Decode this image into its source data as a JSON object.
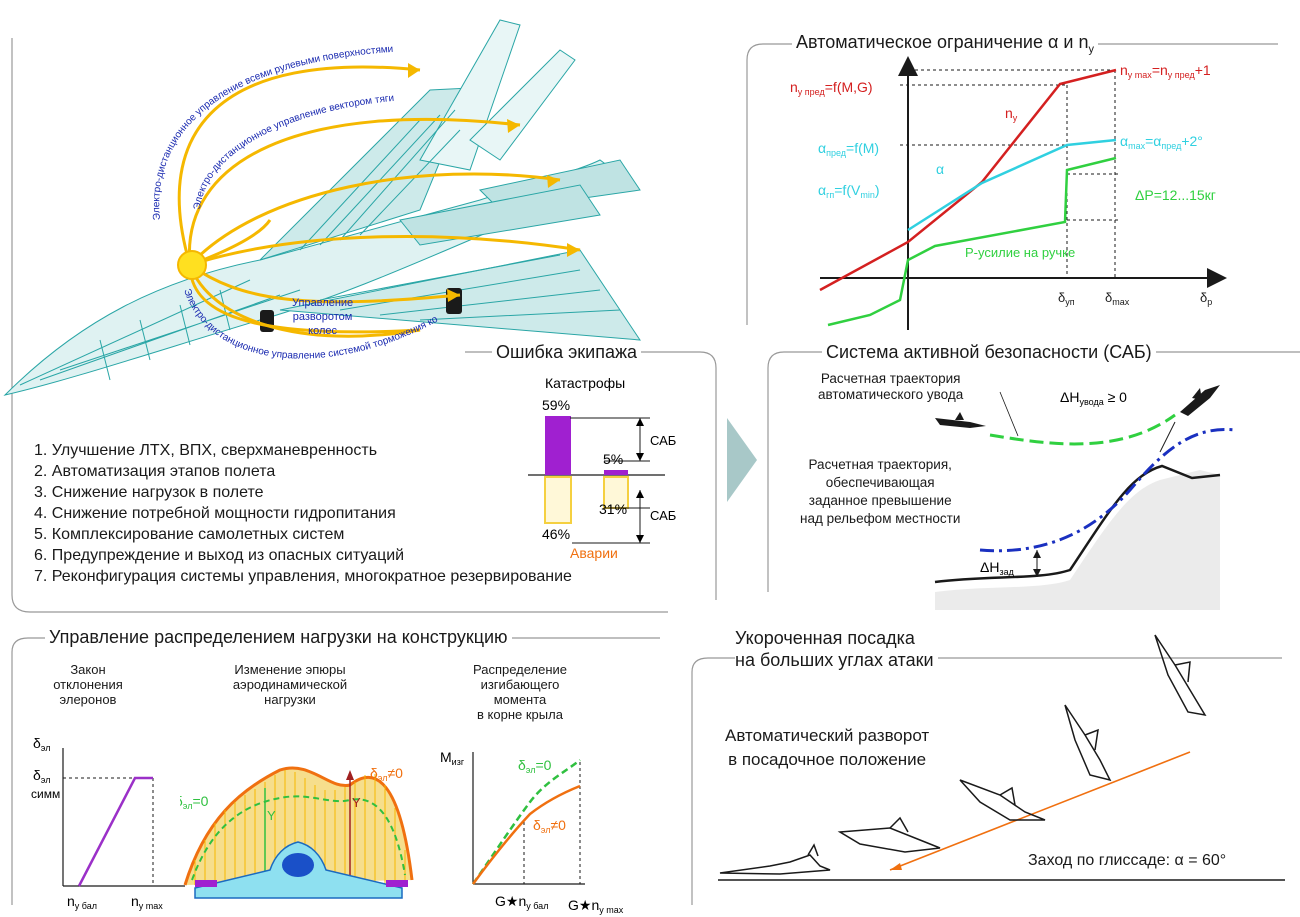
{
  "aircraft": {
    "arc_labels": [
      "Электро-дистанционное управление всеми рулевыми поверхностями",
      "Электро-дистанционное управление вектором тяги",
      "Электро-дистанционное управление системой торможения колес"
    ],
    "wheel_steering": [
      "Управление",
      "разворотом",
      "колес"
    ]
  },
  "features": [
    "1. Улучшение ЛТХ, ВПХ, сверхманевренность",
    "2. Автоматизация этапов полета",
    "3. Снижение нагрузок в полете",
    "4. Снижение потребной мощности гидропитания",
    "5. Комплексирование самолетных систем",
    "6. Предупреждение и выход из опасных ситуаций",
    "7. Реконфигурация системы управления, многократное резервирование"
  ],
  "crew_error": {
    "title": "Ошибка экипажа",
    "top_label": "Катастрофы",
    "bottom_label": "Аварии",
    "sab": "САБ",
    "colors": {
      "catastrophe": "#a020d0",
      "accident": "#f5d040",
      "accident_label": "#f07010"
    },
    "chart_data": {
      "type": "bar",
      "series": [
        {
          "name": "Катастрофы",
          "values": [
            59,
            5
          ]
        },
        {
          "name": "Аварии",
          "values": [
            46,
            31
          ]
        }
      ],
      "value_labels": [
        "59%",
        "5%",
        "46%",
        "31%"
      ]
    }
  },
  "auto_limit": {
    "title": "Автоматическое ограничение α и n",
    "title_sub": "y",
    "ny_pred": "n",
    "ny_pred_sub": "y пред",
    "ny_pred_rest": "=f(M,G)",
    "ny_max": "n",
    "ny_max_sub": "y max",
    "ny_max_rest": "=n",
    "ny_max_sub2": "y пред",
    "ny_max_rest2": "+1",
    "ny_curve": "n",
    "ny_curve_sub": "y",
    "alpha_pred": "α",
    "alpha_pred_sub": "пред",
    "alpha_pred_rest": "=f(M)",
    "alpha_curve": "α",
    "alpha_gp": "α",
    "alpha_gp_sub": "гп",
    "alpha_gp_rest": "=f(V",
    "alpha_gp_sub2": "min",
    "alpha_gp_rest2": ")",
    "alpha_max": "α",
    "alpha_max_sub": "max",
    "alpha_max_rest": "=α",
    "alpha_max_sub2": "пред",
    "alpha_max_rest2": "+2°",
    "delta_p": "ΔP=12...15кг",
    "p_effort": "Р-усилие на ручке",
    "x_up": "δ",
    "x_up_sub": "уп",
    "x_max": "δ",
    "x_max_sub": "max",
    "x_p": "δ",
    "x_p_sub": "р",
    "colors": {
      "ny": "#d42020",
      "alpha": "#30d0e0",
      "p": "#30d040"
    }
  },
  "sab": {
    "title": "Система активной безопасности (САБ)",
    "trajectory_escape": [
      "Расчетная траектория",
      "автоматического увода"
    ],
    "dh_escape": "ΔH",
    "dh_escape_sub": "увода",
    "dh_escape_rest": " ≥ 0",
    "trajectory_terrain": [
      "Расчетная траектория,",
      "обеспечивающая",
      "заданное превышение",
      "над рельефом местности"
    ],
    "dh_set": "ΔH",
    "dh_set_sub": "зад"
  },
  "load": {
    "title": "Управление распределением нагрузки на конструкцию",
    "col1": [
      "Закон",
      "отклонения",
      "элеронов"
    ],
    "col2": [
      "Изменение эпюры",
      "аэродинамической",
      "нагрузки"
    ],
    "col3": [
      "Распределение",
      "изгибающего",
      "момента",
      "в корне крыла"
    ],
    "d_el": "δ",
    "d_el_sub": "эл",
    "d_el_symm": "симм",
    "ny_bal": "n",
    "ny_bal_sub": "y бал",
    "ny_max": "n",
    "ny_max_sub": "y max",
    "d_zero": "=0",
    "d_nonzero": "≠0",
    "y_letter": "Y",
    "m_izg": "M",
    "m_izg_sub": "изг",
    "g_bal": "G★n",
    "g_bal_sub": "y бал",
    "g_max": "G★n",
    "g_max_sub": "y max"
  },
  "landing": {
    "title": [
      "Укороченная посадка",
      "на больших углах атаки"
    ],
    "auto_turn": [
      "Автоматический разворот",
      "в посадочное положение"
    ],
    "glide": "Заход по глиссаде: α = 60°"
  }
}
